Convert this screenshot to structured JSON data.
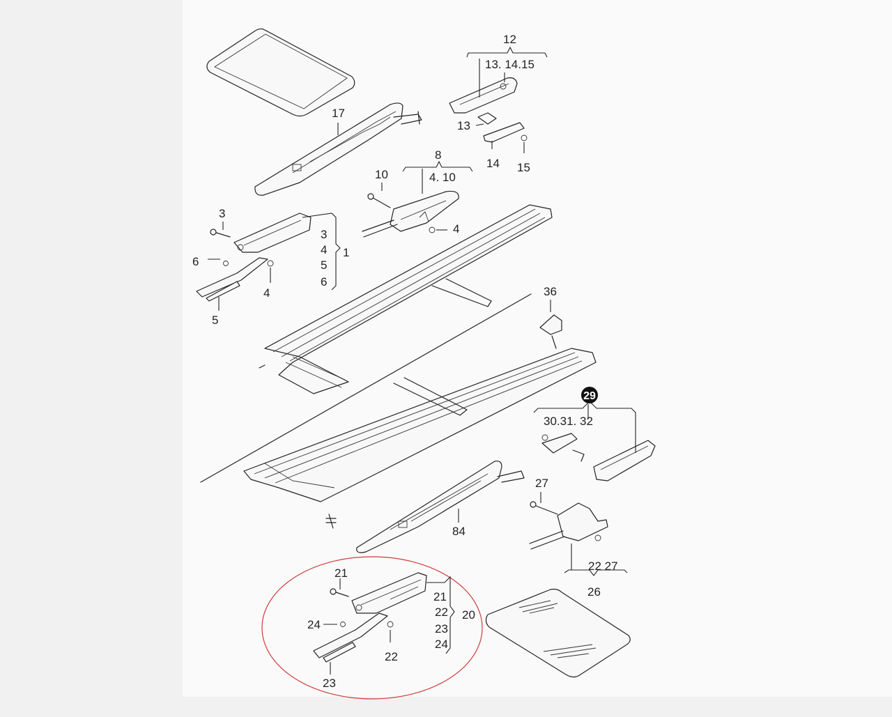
{
  "callouts": {
    "c12": "12",
    "c13_14_15": "13. 14.15",
    "c13": "13",
    "c14": "14",
    "c15": "15",
    "c17": "17",
    "c8": "8",
    "c4_10": "4. 10",
    "c10": "10",
    "c4a": "4",
    "c3": "3",
    "c6": "6",
    "c4b": "4",
    "c5": "5",
    "g1_3": "3",
    "g1_4": "4",
    "g1_5": "5",
    "g1_6": "6",
    "g1": "1",
    "c36": "36",
    "c29": "29",
    "c30_31_32": "30.31. 32",
    "c27": "27",
    "c22_27": "22 27",
    "c26": "26",
    "c84": "84",
    "c21": "21",
    "c24": "24",
    "c22": "22",
    "c23": "23",
    "g20_21": "21",
    "g20_22": "22",
    "g20_23": "23",
    "g20_24": "24",
    "g20": "20"
  },
  "colors": {
    "background": "#f1f1f1",
    "panel": "#fafafa",
    "line": "#222222",
    "highlight_circle": "#d23a3a"
  }
}
